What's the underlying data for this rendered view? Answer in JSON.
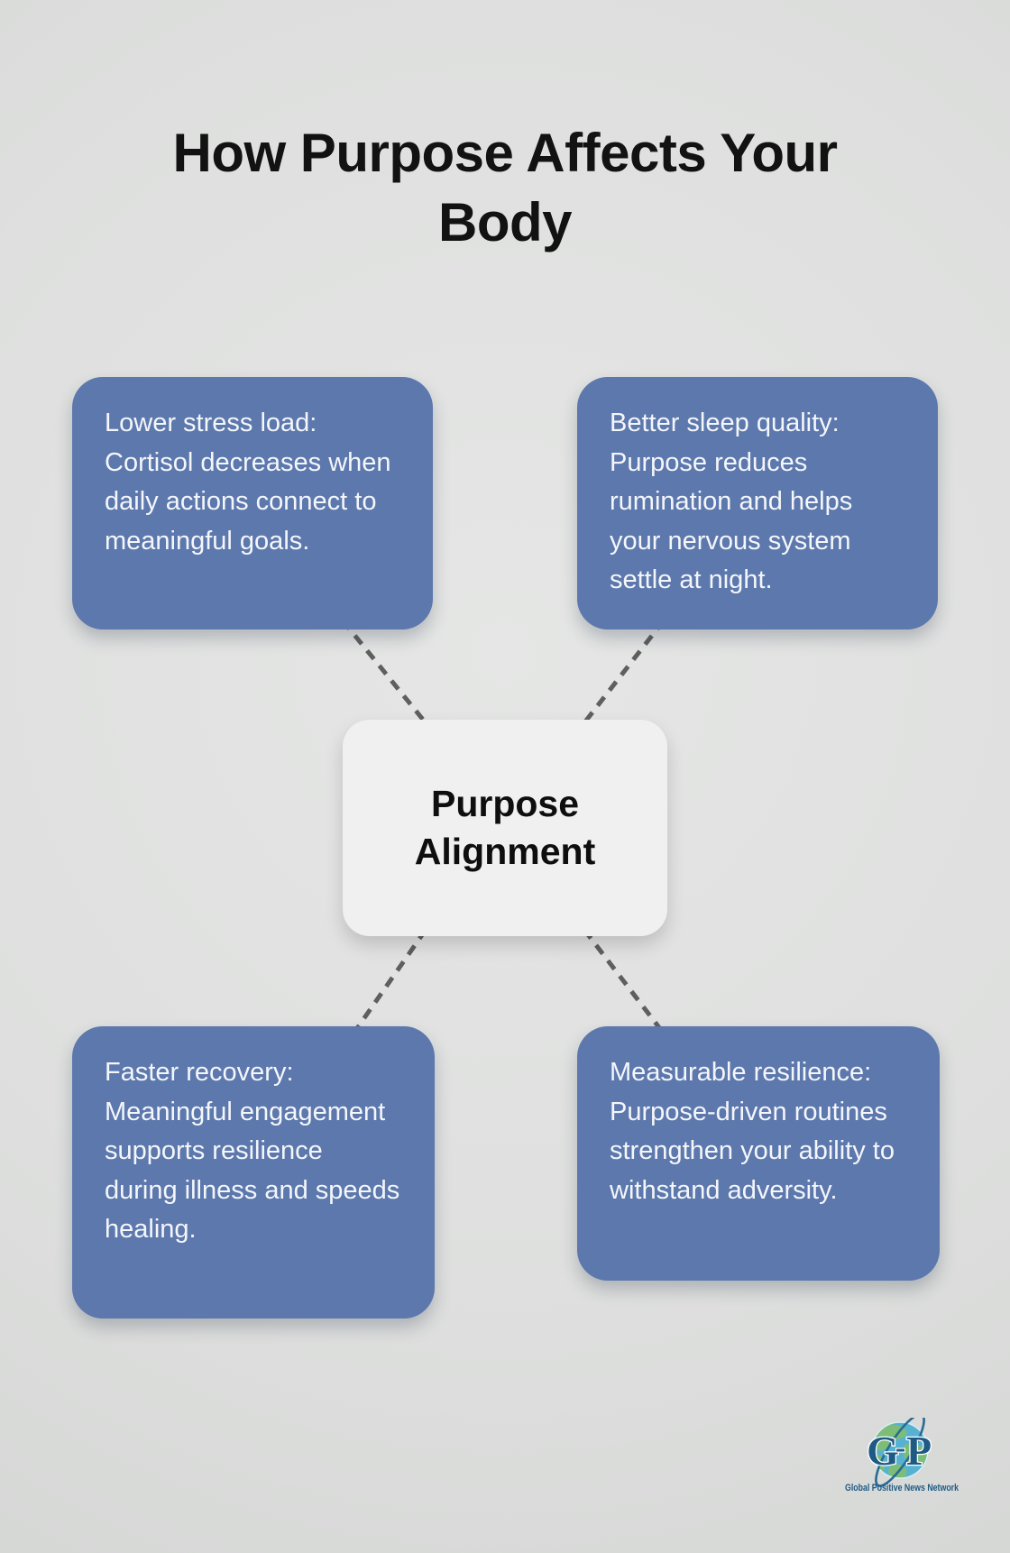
{
  "title": "How Purpose Affects Your Body",
  "center": {
    "label": "Purpose Alignment"
  },
  "nodes": [
    {
      "id": "lower-stress-load",
      "text": "Lower stress load: Cortisol decreases when daily actions connect to meaningful goals."
    },
    {
      "id": "better-sleep-quality",
      "text": "Better sleep quality: Purpose reduces rumination and helps your nervous system settle at night."
    },
    {
      "id": "faster-recovery",
      "text": "Faster recovery: Meaningful engagement supports resilience during illness and speeds healing."
    },
    {
      "id": "measurable-resilience",
      "text": "Measurable resilience: Purpose-driven routines strengthen your ability to withstand adversity."
    }
  ],
  "logo": {
    "monogram_left": "G",
    "monogram_hyphen": "-",
    "monogram_right": "P",
    "tagline": "Global Positive News Network"
  },
  "colors": {
    "background": "#dedfde",
    "node_fill": "#5c78ad",
    "node_text": "#f4f6fa",
    "center_fill": "#f0f0f1",
    "title_text": "#121212",
    "connector": "#5f5f5f",
    "logo_blue": "#1e5a84",
    "globe_ocean": "#57b2d2",
    "globe_land": "#7cbd77"
  }
}
